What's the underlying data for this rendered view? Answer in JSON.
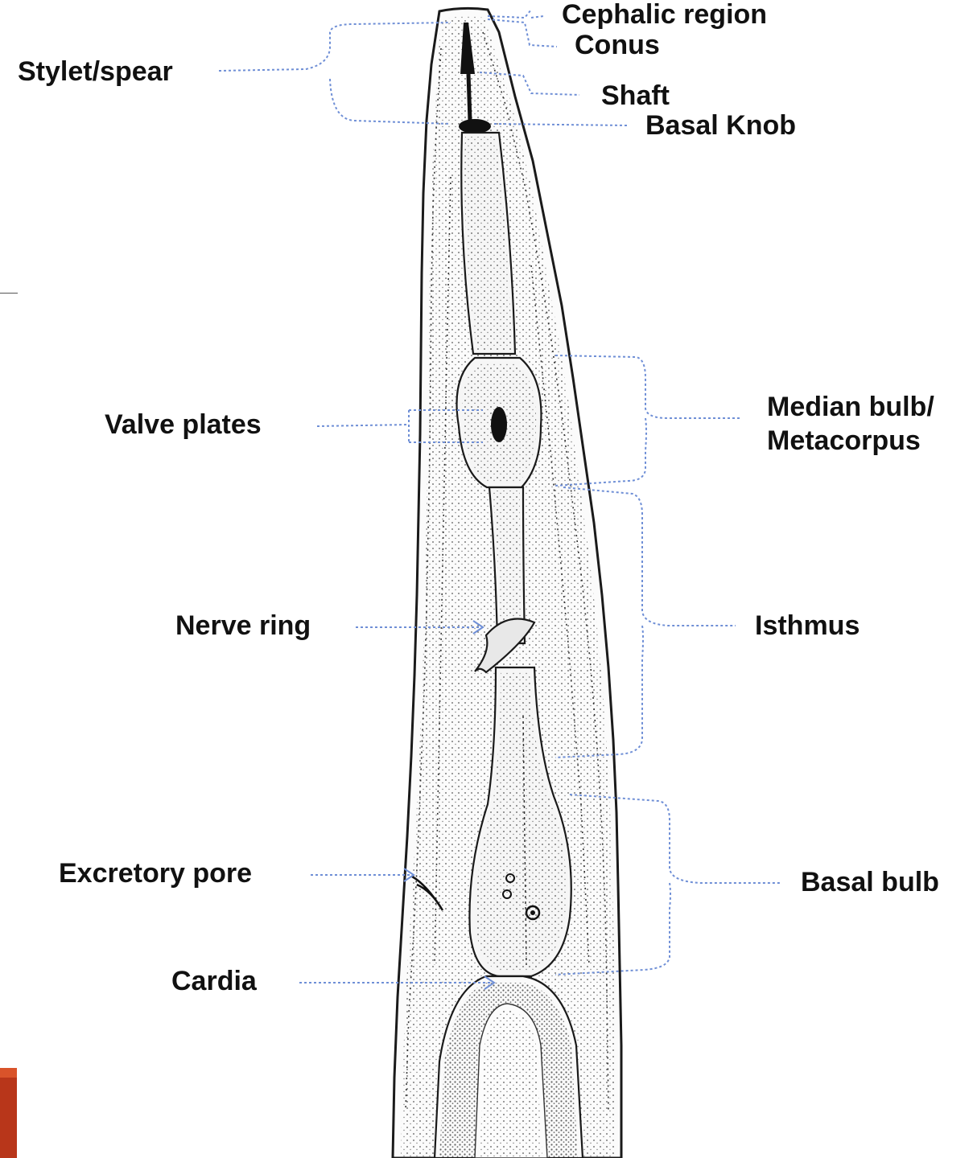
{
  "diagram": {
    "labels": {
      "cephalic_region": "Cephalic region",
      "conus": "Conus",
      "stylet_spear": "Stylet/spear",
      "shaft": "Shaft",
      "basal_knob": "Basal Knob",
      "valve_plates": "Valve plates",
      "median_bulb_line1": "Median bulb/",
      "median_bulb_line2": "Metacorpus",
      "nerve_ring": "Nerve ring",
      "isthmus": "Isthmus",
      "excretory_pore": "Excretory pore",
      "basal_bulb": "Basal bulb",
      "cardia": "Cardia"
    },
    "colors": {
      "leader_line": "#6f8fd6",
      "ink": "#1a1a1a",
      "slide_accent": "#c0391b",
      "slide_accent_top": "#d9532a"
    }
  }
}
